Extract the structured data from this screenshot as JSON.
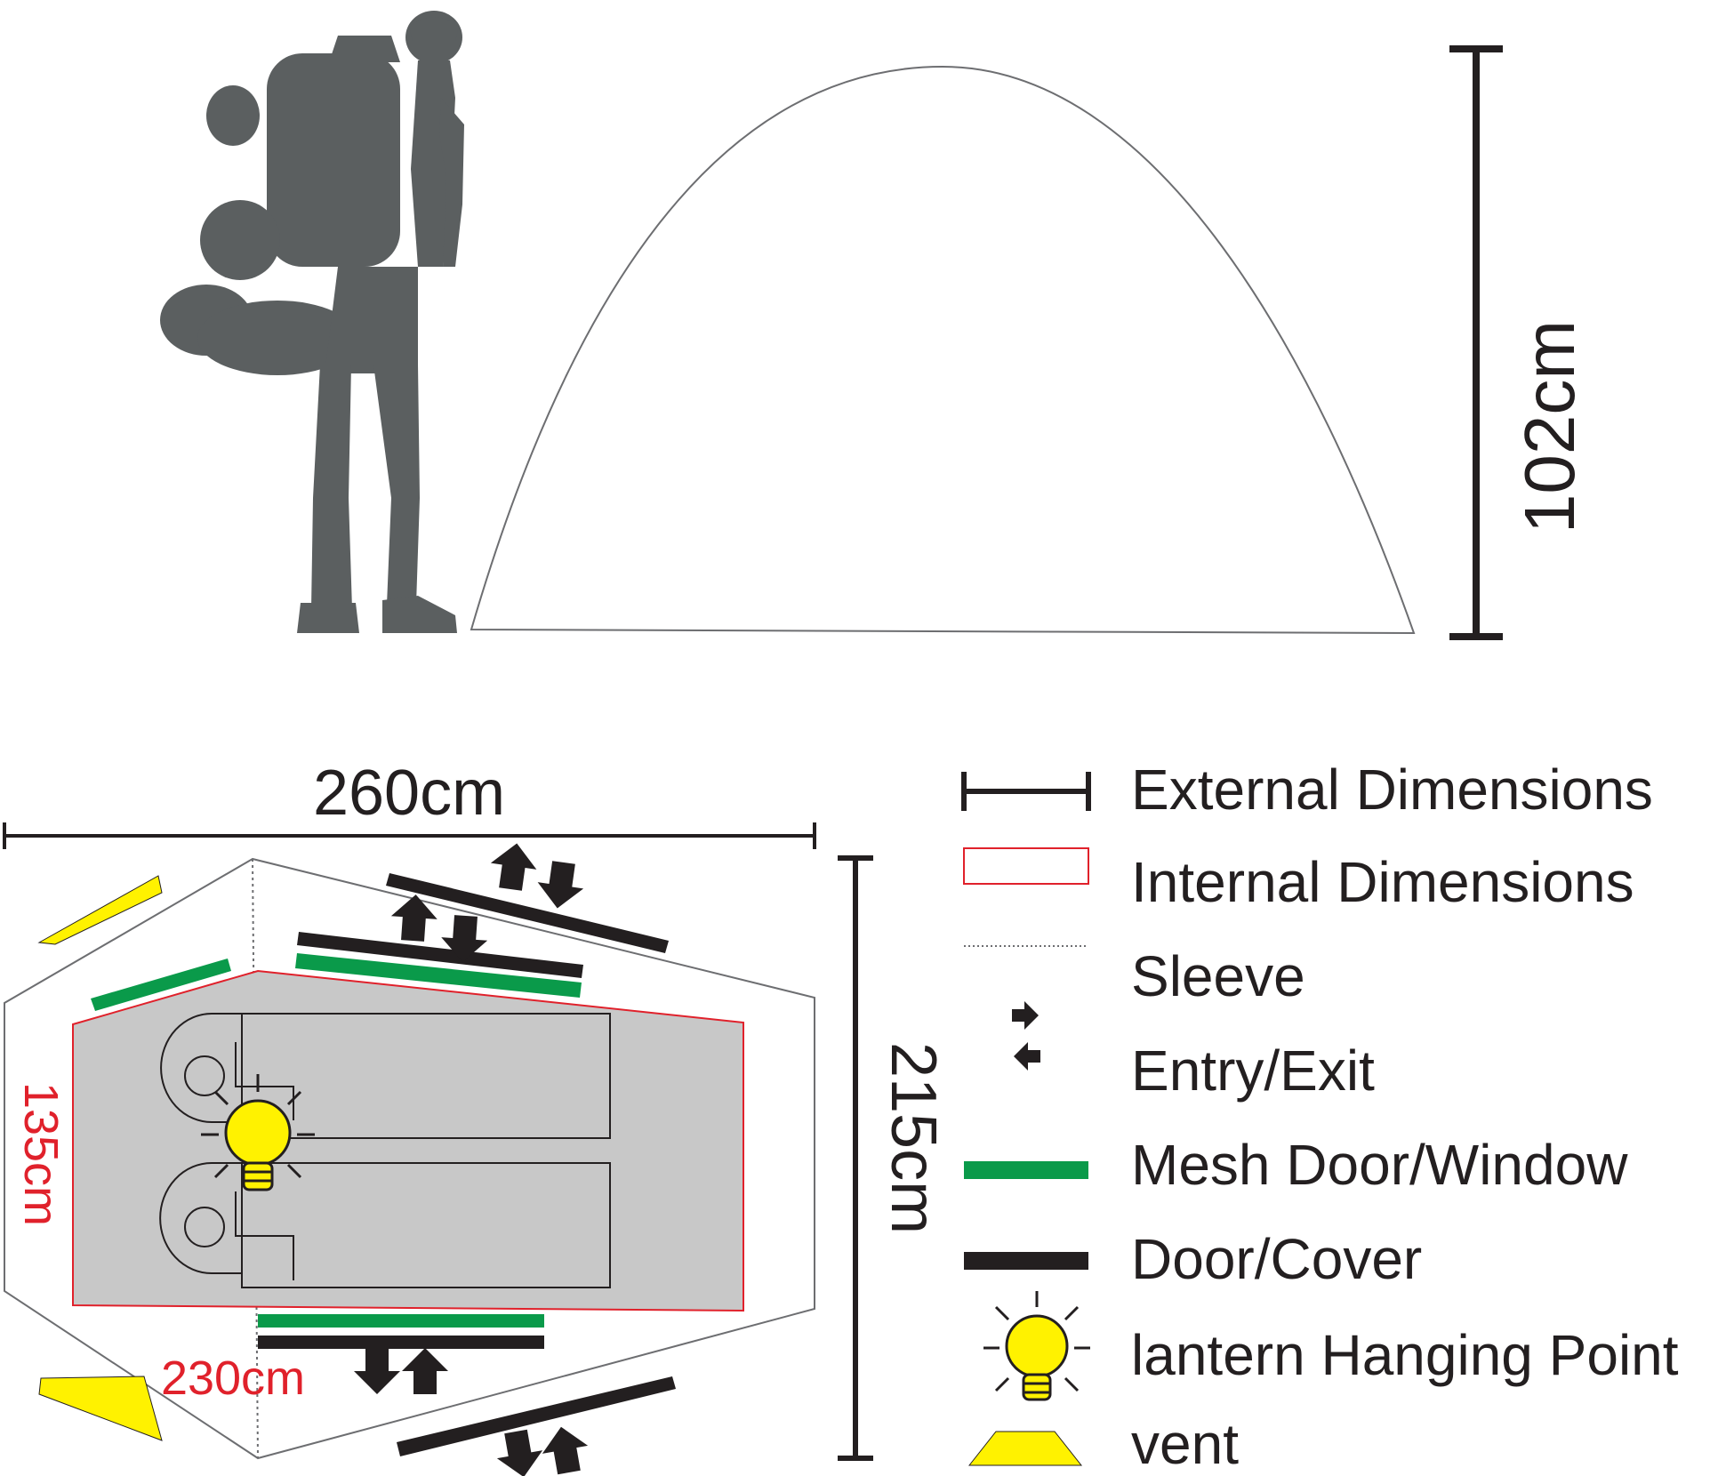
{
  "dimensions": {
    "height": "102cm",
    "length": "260cm",
    "width": "215cm",
    "internal_width": "135cm",
    "internal_length": "230cm"
  },
  "legend": [
    {
      "key": "external",
      "icon": "external-dimension-icon",
      "label": "External Dimensions"
    },
    {
      "key": "internal",
      "icon": "internal-dimension-icon",
      "label": "Internal Dimensions"
    },
    {
      "key": "sleeve",
      "icon": "sleeve-line-icon",
      "label": "Sleeve"
    },
    {
      "key": "entry",
      "icon": "entry-exit-arrows-icon",
      "label": "Entry/Exit"
    },
    {
      "key": "mesh",
      "icon": "mesh-bar-icon",
      "label": "Mesh Door/Window"
    },
    {
      "key": "door",
      "icon": "door-bar-icon",
      "label": "Door/Cover"
    },
    {
      "key": "lantern",
      "icon": "lantern-bulb-icon",
      "label": "lantern Hanging Point"
    },
    {
      "key": "vent",
      "icon": "vent-trapezoid-icon",
      "label": "vent"
    }
  ],
  "colors": {
    "ink": "#231f20",
    "hiker": "#5b5f60",
    "mesh": "#0a9a4a",
    "internal": "#e0212b",
    "floor": "#c8c8c8",
    "vent": "#fff200",
    "bulb": "#fff200"
  }
}
